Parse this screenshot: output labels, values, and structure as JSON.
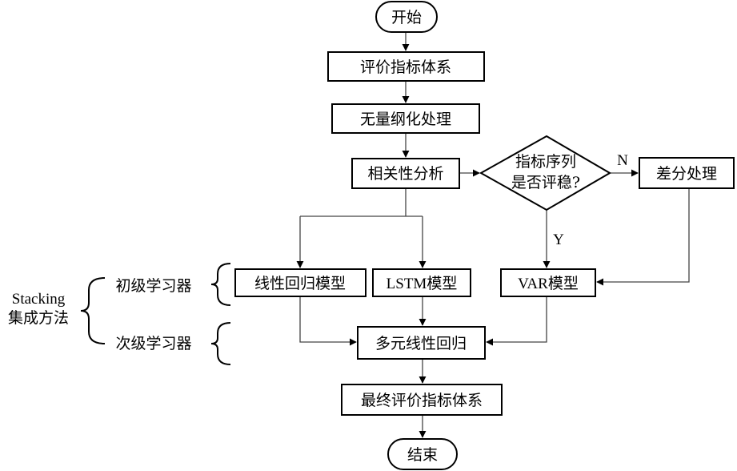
{
  "nodes": {
    "start": "开始",
    "eval_system": "评价指标体系",
    "normalize": "无量纲化处理",
    "correlation": "相关性分析",
    "stationary_q1": "指标序列",
    "stationary_q2": "是否评稳?",
    "difference": "差分处理",
    "linear_reg": "线性回归模型",
    "lstm": "LSTM模型",
    "var": "VAR模型",
    "mlr": "多元线性回归",
    "final_system": "最终评价指标体系",
    "end": "结束"
  },
  "edge_labels": {
    "no": "N",
    "yes": "Y"
  },
  "side": {
    "stacking_1": "Stacking",
    "stacking_2": "集成方法",
    "primary": "初级学习器",
    "secondary": "次级学习器"
  }
}
